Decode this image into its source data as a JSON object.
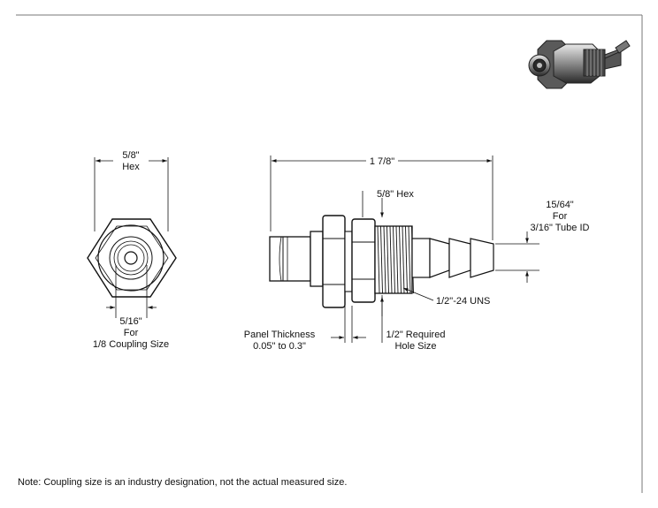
{
  "end_view": {
    "hex_label_1": "5/8\"",
    "hex_label_2": "Hex",
    "coupling_label_1": "5/16\"",
    "coupling_label_2": "For",
    "coupling_label_3": "1/8 Coupling Size"
  },
  "side_view": {
    "overall_length": "1 7/8\"",
    "hex_label": "5/8\" Hex",
    "tube_label_1": "15/64\"",
    "tube_label_2": "For",
    "tube_label_3": "3/16\" Tube ID",
    "thread_label": "1/2\"-24 UNS",
    "panel_label_1": "Panel Thickness",
    "panel_label_2": "0.05\" to 0.3\"",
    "hole_label_1": "1/2\" Required",
    "hole_label_2": "Hole Size"
  },
  "footer": {
    "note": "Note: Coupling size is an industry designation, not the actual measured size."
  }
}
